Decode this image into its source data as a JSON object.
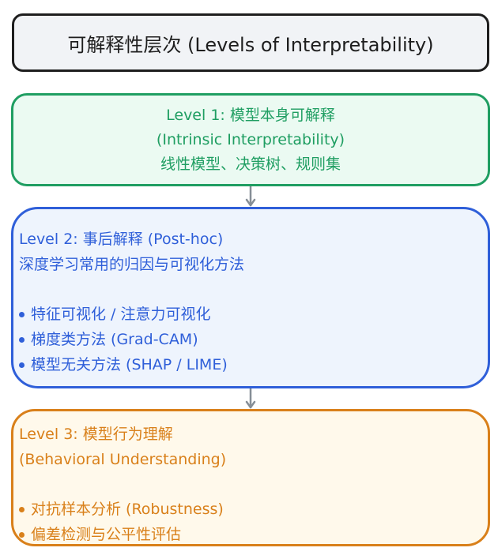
{
  "title": "可解释性层次 (Levels of Interpretability)",
  "level1": {
    "lines": [
      "Level 1: 模型本身可解释",
      "(Intrinsic Interpretability)",
      "线性模型、决策树、规则集"
    ]
  },
  "level2": {
    "heading": "Level 2: 事后解释 (Post-hoc)",
    "subheading": "深度学习常用的归因与可视化方法",
    "bullets": [
      "特征可视化 / 注意力可视化",
      "梯度类方法 (Grad-CAM)",
      "模型无关方法 (SHAP / LIME)"
    ]
  },
  "level3": {
    "heading": "Level 3: 模型行为理解",
    "subheading": "(Behavioral Understanding)",
    "bullets": [
      "对抗样本分析 (Robustness)",
      "偏差检测与公平性评估"
    ]
  },
  "colors": {
    "title_border": "#1e1e1e",
    "level1": "#1f9e62",
    "level2": "#2f5fd9",
    "level3": "#d9801a",
    "arrow": "#868e96"
  }
}
